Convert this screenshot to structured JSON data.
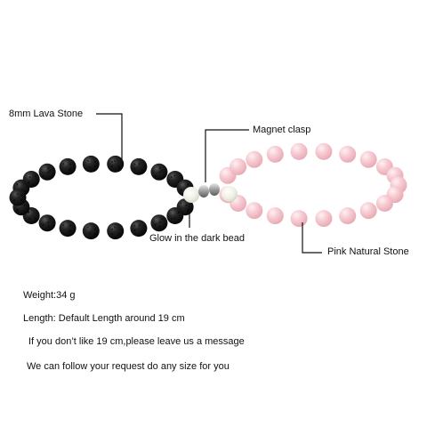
{
  "callouts": {
    "lava_stone": "8mm Lava Stone",
    "magnet_clasp": "Magnet clasp",
    "glow_bead": "Glow in the dark bead",
    "pink_stone": "Pink Natural Stone"
  },
  "info": {
    "weight": "Weight:34 g",
    "length": "Length: Default Length around 19 cm",
    "note": "If you don’t like 19 cm,please leave us a message",
    "custom": "We can follow your request do any size for you"
  },
  "colors": {
    "lava": "#161616",
    "pink": "#f3c4cc",
    "glow": "#e6e8df",
    "magnet": "#9a9a9a",
    "leader_line": "#111111"
  }
}
